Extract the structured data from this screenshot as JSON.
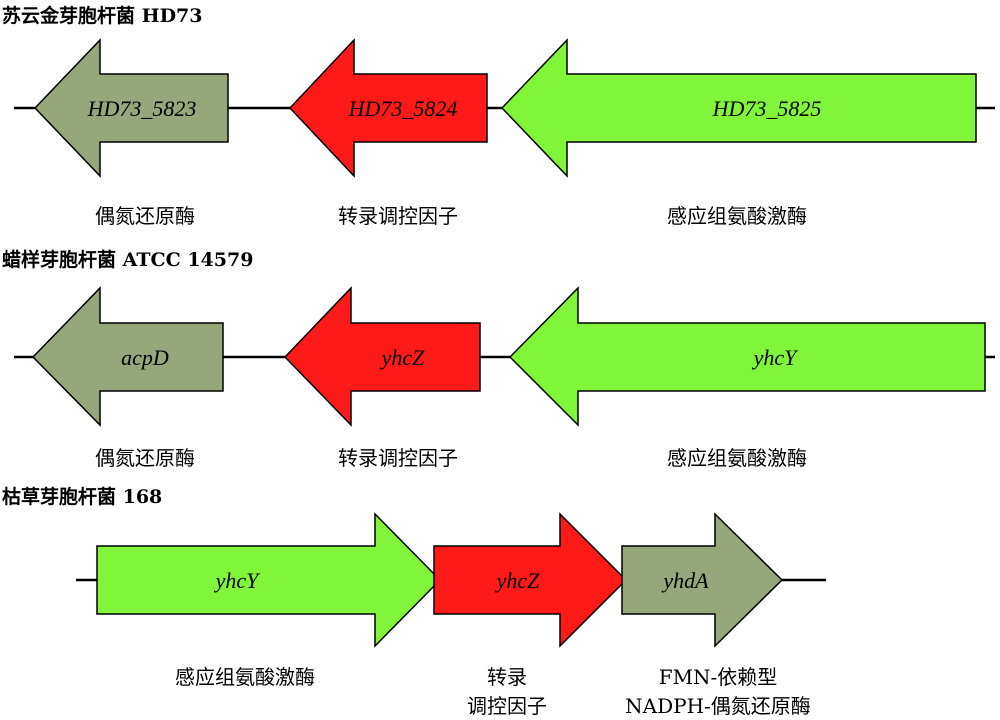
{
  "colors": {
    "reductase": "#96a77a",
    "regulator": "#ff1a1a",
    "kinase": "#80f53a"
  },
  "panels": [
    {
      "title": "苏云金芽胞杆菌 HD73",
      "genes": [
        {
          "name": "HD73_5823",
          "role": "reductase",
          "direction": "left",
          "function": [
            "偶氮还原酶"
          ]
        },
        {
          "name": "HD73_5824",
          "role": "regulator",
          "direction": "left",
          "function": [
            "转录调控因子"
          ]
        },
        {
          "name": "HD73_5825",
          "role": "kinase",
          "direction": "left",
          "function": [
            "感应组氨酸激酶"
          ]
        }
      ]
    },
    {
      "title": "蜡样芽胞杆菌 ATCC 14579",
      "genes": [
        {
          "name": "acpD",
          "role": "reductase",
          "direction": "left",
          "function": [
            "偶氮还原酶"
          ]
        },
        {
          "name": "yhcZ",
          "role": "regulator",
          "direction": "left",
          "function": [
            "转录调控因子"
          ]
        },
        {
          "name": "yhcY",
          "role": "kinase",
          "direction": "left",
          "function": [
            "感应组氨酸激酶"
          ]
        }
      ]
    },
    {
      "title": "枯草芽胞杆菌 168",
      "genes": [
        {
          "name": "yhcY",
          "role": "kinase",
          "direction": "right",
          "function": [
            "感应组氨酸激酶"
          ]
        },
        {
          "name": "yhcZ",
          "role": "regulator",
          "direction": "right",
          "function": [
            "转录",
            "调控因子"
          ]
        },
        {
          "name": "yhdA",
          "role": "reductase",
          "direction": "right",
          "function": [
            "FMN-依赖型",
            "NADPH-偶氮还原酶"
          ]
        }
      ]
    }
  ]
}
